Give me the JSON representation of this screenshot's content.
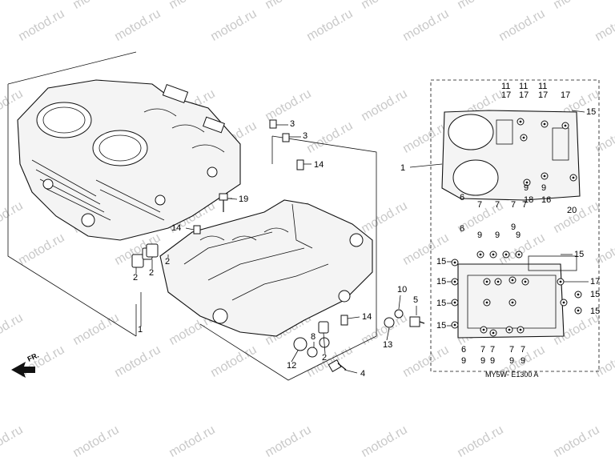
{
  "watermark": "motod.ru",
  "direction_label": "FR.",
  "diagram_code": "MY5W- E1300 A",
  "callouts_main": [
    "1",
    "2",
    "2",
    "2",
    "2",
    "3",
    "3",
    "4",
    "5",
    "8",
    "10",
    "12",
    "13",
    "14",
    "14",
    "14",
    "19"
  ],
  "callouts_inset": [
    "1",
    "6",
    "6",
    "7",
    "9",
    "9",
    "9",
    "9",
    "9",
    "9",
    "9",
    "9",
    "9",
    "9",
    "9",
    "11",
    "15",
    "16",
    "17",
    "18",
    "20"
  ]
}
